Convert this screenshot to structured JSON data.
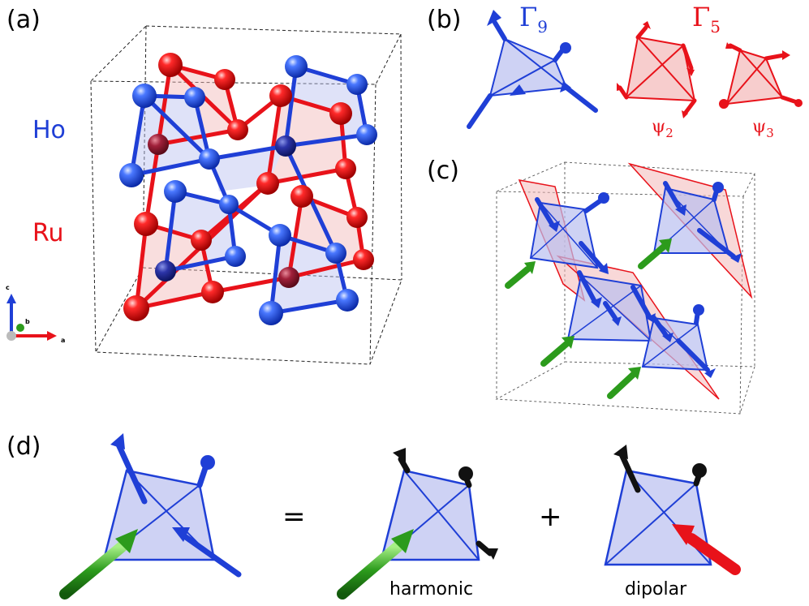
{
  "panels": {
    "a": {
      "label": "(a)",
      "ho": "Ho",
      "ru": "Ru",
      "axis_c": "c",
      "axis_b": "b",
      "axis_a": "a"
    },
    "b": {
      "label": "(b)",
      "gamma9": "Γ9",
      "gamma9_main": "Γ",
      "gamma9_sub": "9",
      "gamma5": "Γ5",
      "gamma5_main": "Γ",
      "gamma5_sub": "5",
      "psi2": "ψ2",
      "psi2_main": "ψ",
      "psi2_sub": "2",
      "psi3": "ψ3",
      "psi3_main": "ψ",
      "psi3_sub": "3"
    },
    "c": {
      "label": "(c)"
    },
    "d": {
      "label": "(d)",
      "equals": "=",
      "plus": "+",
      "harmonic": "harmonic",
      "dipolar": "dipolar"
    }
  },
  "colors": {
    "ho": "#1f3fd6",
    "ru": "#e8121a",
    "ho_face": "#b9bff0",
    "ru_face": "#f3b8b8",
    "green": "#2c9b1c",
    "black": "#111111"
  }
}
